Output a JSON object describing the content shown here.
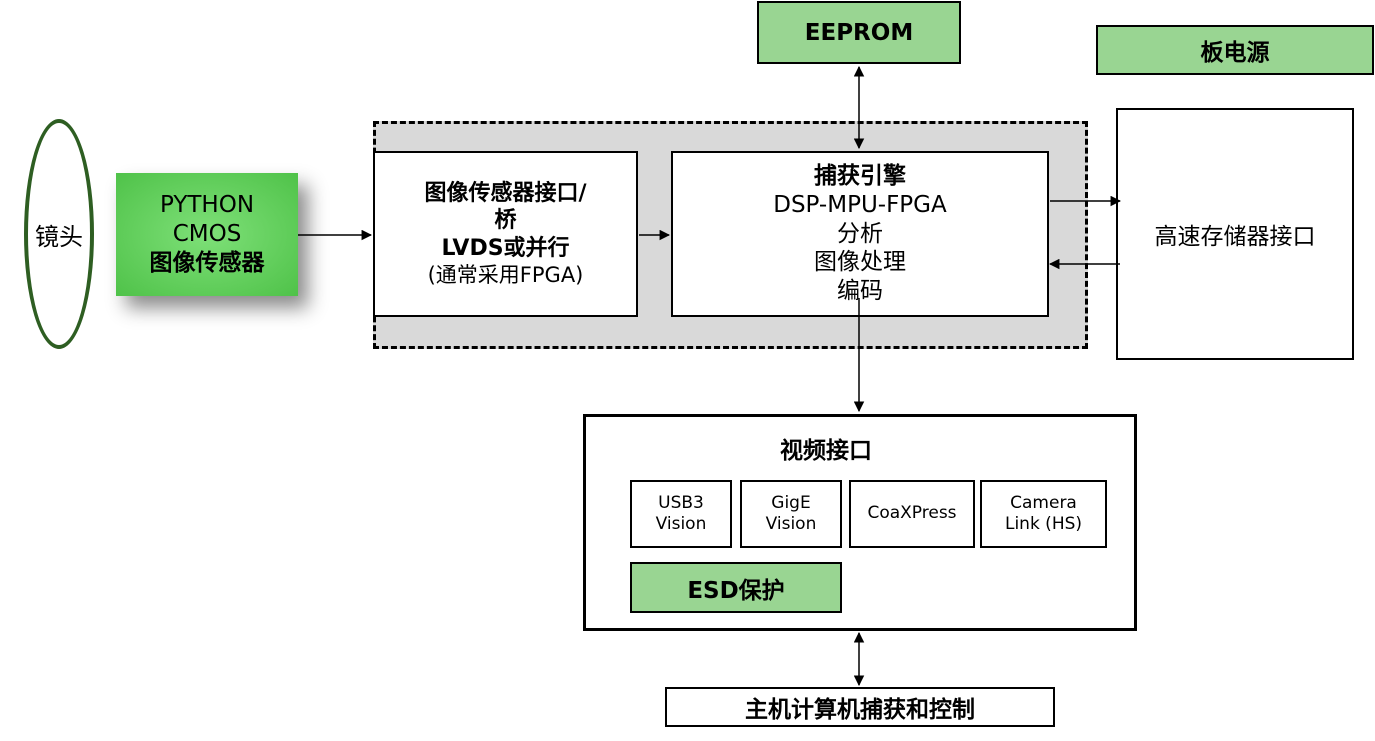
{
  "lens": {
    "label": "镜头"
  },
  "sensor": {
    "lines": [
      "PYTHON",
      "CMOS",
      "图像传感器"
    ]
  },
  "bridge": {
    "lines": [
      "图像传感器接口/",
      "桥",
      "LVDS或并行",
      "(通常采用FPGA)"
    ]
  },
  "engine": {
    "lines": [
      "捕获引擎",
      "DSP-MPU-FPGA",
      "分析",
      "图像处理",
      "编码"
    ]
  },
  "eeprom": {
    "label": "EEPROM"
  },
  "board_power": {
    "label": "板电源"
  },
  "storage": {
    "label": "高速存储器接口"
  },
  "video": {
    "title": "视频接口",
    "interfaces": [
      {
        "line1": "USB3",
        "line2": "Vision"
      },
      {
        "line1": "GigE",
        "line2": "Vision"
      },
      {
        "line1": "CoaXPress",
        "line2": ""
      },
      {
        "line1": "Camera",
        "line2": "Link (HS)"
      }
    ],
    "esd": "ESD保护"
  },
  "host": {
    "label": "主机计算机捕获和控制"
  },
  "colors": {
    "green_box": "#99d592",
    "sensor_green": "#5fcf5a",
    "lens_outline": "#2e5e22",
    "dashed_region": "#d9d9d9"
  }
}
